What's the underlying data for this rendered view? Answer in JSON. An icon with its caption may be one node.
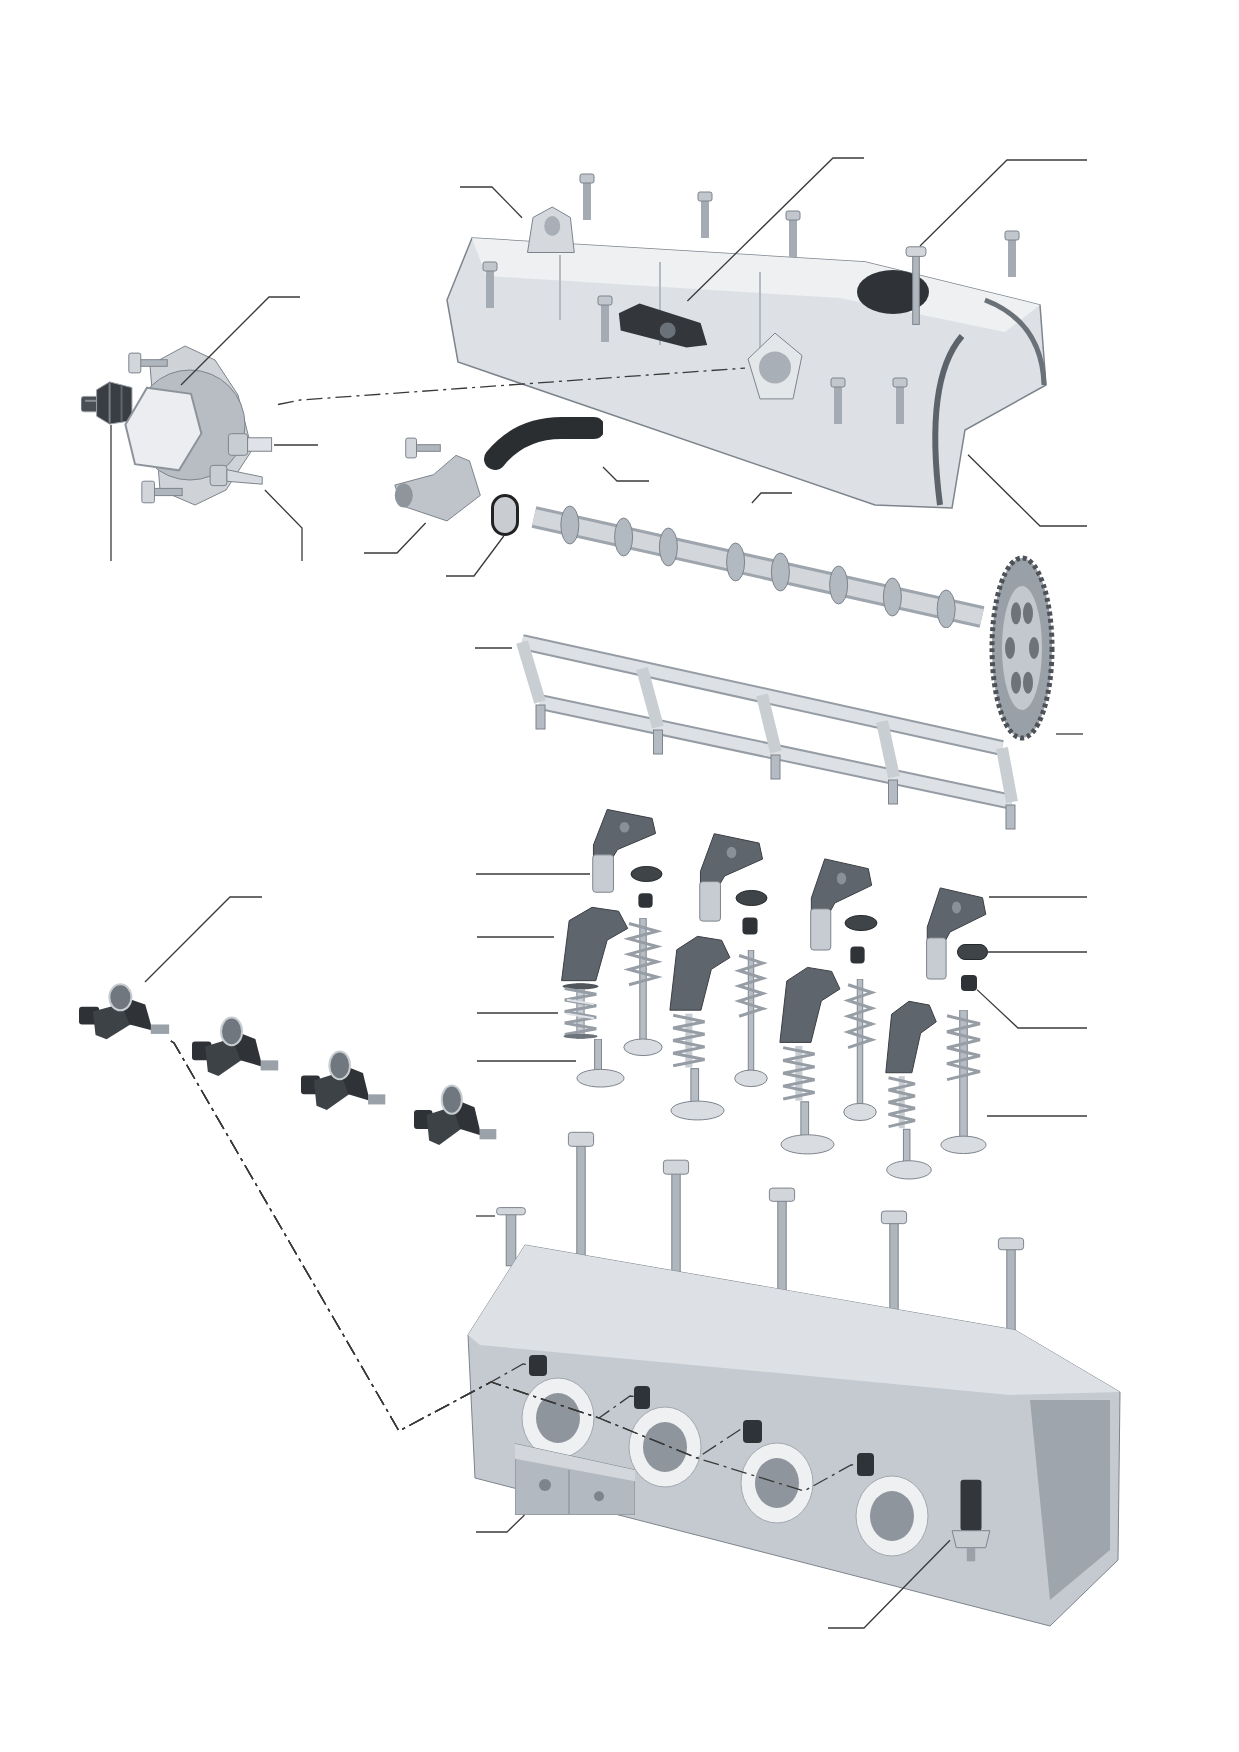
{
  "diagram": {
    "nodes": [
      {
        "text": [],
        "shape": "picture"
      },
      {
        "text": [],
        "shape": "picture"
      },
      {
        "text": [],
        "shape": "picture",
        "in": 0
      },
      {
        "text": [],
        "shape": "picture",
        "in": 0
      },
      {
        "text": [],
        "shape": "picture",
        "in": 0
      },
      {
        "text": [],
        "shape": "picture",
        "in": 0
      },
      {
        "text": [],
        "shape": "picture"
      },
      {
        "text": [],
        "shape": "picture"
      },
      {
        "text": [],
        "shape": "picture"
      },
      {
        "text": [],
        "shape": "picture"
      },
      {
        "text": [],
        "shape": "picture",
        "in": 6
      },
      {
        "text": [],
        "shape": "picture"
      },
      {
        "text": [],
        "shape": "picture"
      },
      {
        "text": [],
        "shape": "circle"
      },
      {
        "text": [],
        "shape": "picture"
      },
      {
        "text": [],
        "shape": "picture"
      },
      {
        "text": [],
        "shape": "picture"
      },
      {
        "text": [],
        "shape": "picture"
      },
      {
        "text": [],
        "shape": "picture"
      },
      {
        "text": [],
        "shape": "picture"
      },
      {
        "text": [],
        "shape": "picture"
      },
      {
        "text": [],
        "shape": "picture"
      },
      {
        "text": [],
        "shape": "circle"
      },
      {
        "text": [],
        "shape": "box"
      },
      {
        "text": [],
        "shape": "picture"
      },
      {
        "text": [],
        "shape": "picture"
      },
      {
        "text": [],
        "shape": "picture"
      },
      {
        "text": [],
        "shape": "picture"
      },
      {
        "text": [],
        "shape": "picture",
        "in": 27
      },
      {
        "text": [],
        "shape": "picture",
        "in": 27
      },
      {
        "text": [],
        "shape": "box",
        "in": 27
      },
      {
        "text": [],
        "shape": "box",
        "in": 27
      },
      {
        "text": [],
        "shape": "box",
        "in": 27
      },
      {
        "text": [],
        "shape": "box",
        "in": 27
      }
    ],
    "edges": [
      {
        "from": null,
        "to": 1,
        "arrow": "none"
      },
      {
        "from": null,
        "to": 2,
        "arrow": "none"
      },
      {
        "from": null,
        "to": 3,
        "arrow": "none"
      },
      {
        "from": null,
        "to": 4,
        "arrow": "none"
      },
      {
        "from": null,
        "to": 7,
        "arrow": "none"
      },
      {
        "from": null,
        "to": 8,
        "arrow": "none"
      },
      {
        "from": null,
        "to": 9,
        "arrow": "none"
      },
      {
        "from": null,
        "to": 10,
        "arrow": "none"
      },
      {
        "from": null,
        "to": 11,
        "arrow": "none"
      },
      {
        "from": null,
        "to": 12,
        "arrow": "none"
      },
      {
        "from": null,
        "to": 13,
        "arrow": "none"
      },
      {
        "from": null,
        "to": 14,
        "arrow": "none"
      },
      {
        "from": null,
        "to": 15,
        "arrow": "none"
      },
      {
        "from": null,
        "to": 16,
        "arrow": "none"
      },
      {
        "from": null,
        "to": 17,
        "arrow": "none"
      },
      {
        "from": null,
        "to": 18,
        "arrow": "none"
      },
      {
        "from": null,
        "to": 19,
        "arrow": "none"
      },
      {
        "from": null,
        "to": 20,
        "arrow": "none"
      },
      {
        "from": null,
        "to": 21,
        "arrow": "none"
      },
      {
        "from": null,
        "to": 22,
        "arrow": "none"
      },
      {
        "from": null,
        "to": 23,
        "arrow": "none"
      },
      {
        "from": null,
        "to": 24,
        "arrow": "none"
      },
      {
        "from": null,
        "to": 25,
        "arrow": "none"
      },
      {
        "from": null,
        "to": 26,
        "arrow": "none"
      },
      {
        "from": null,
        "to": 28,
        "arrow": "none"
      },
      {
        "from": null,
        "to": 29,
        "arrow": "none"
      },
      {
        "from": 6,
        "to": 5,
        "arrow": "none",
        "style": "dashed"
      },
      {
        "from": 25,
        "to": 30,
        "arrow": "none",
        "style": "dashed"
      },
      {
        "from": 25,
        "to": 31,
        "arrow": "none",
        "style": "dashed"
      },
      {
        "from": 25,
        "to": 32,
        "arrow": "none",
        "style": "dashed"
      },
      {
        "from": 25,
        "to": 33,
        "arrow": "none",
        "style": "dashed"
      }
    ]
  }
}
